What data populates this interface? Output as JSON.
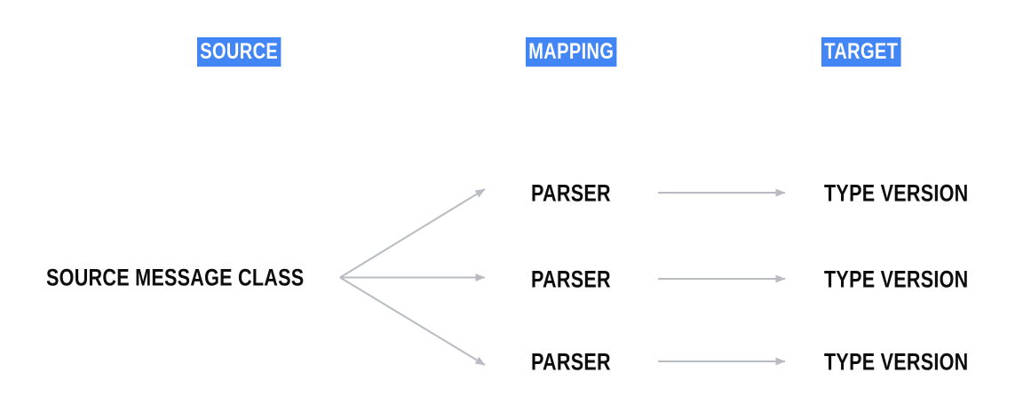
{
  "diagram": {
    "title_visible": false,
    "background_color": "#ffffff",
    "accent_color": "#4285f4",
    "text_color": "#0d0d0d",
    "arrow_color": "#b8bcc2",
    "columns": [
      {
        "id": "source",
        "label": "SOURCE"
      },
      {
        "id": "mapping",
        "label": "MAPPING"
      },
      {
        "id": "target",
        "label": "TARGET"
      }
    ],
    "source_node": {
      "label": "SOURCE MESSAGE CLASS"
    },
    "mapping_nodes": [
      {
        "label": "PARSER"
      },
      {
        "label": "PARSER"
      },
      {
        "label": "PARSER"
      }
    ],
    "target_nodes": [
      {
        "label": "TYPE VERSION"
      },
      {
        "label": "TYPE VERSION"
      },
      {
        "label": "TYPE VERSION"
      }
    ],
    "edges": {
      "fanout": [
        {
          "from": "source_node",
          "to": "mapping_nodes.0"
        },
        {
          "from": "source_node",
          "to": "mapping_nodes.1"
        },
        {
          "from": "source_node",
          "to": "mapping_nodes.2"
        }
      ],
      "straight": [
        {
          "from": "mapping_nodes.0",
          "to": "target_nodes.0"
        },
        {
          "from": "mapping_nodes.1",
          "to": "target_nodes.1"
        },
        {
          "from": "mapping_nodes.2",
          "to": "target_nodes.2"
        }
      ]
    }
  }
}
